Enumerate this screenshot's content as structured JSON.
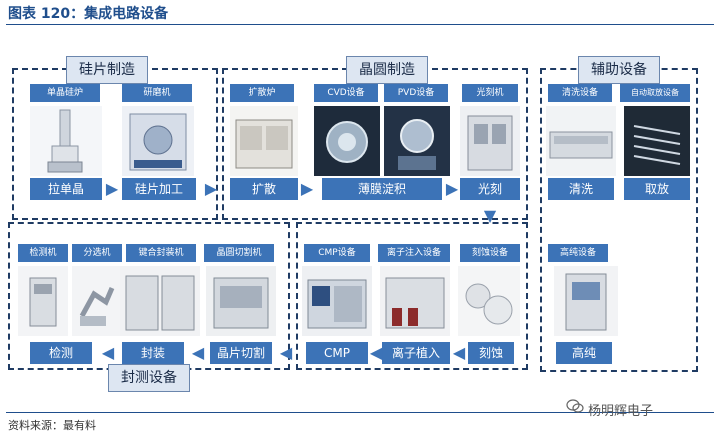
{
  "figure_title": "图表 120：集成电路设备",
  "source": "资料来源：最有料",
  "watermark": "杨明辉电子",
  "groups": {
    "wafer": "硅片制造",
    "fab": "晶圆制造",
    "aux": "辅助设备",
    "test": "封测设备"
  },
  "equipment": {
    "crystal_furnace": "单晶硅炉",
    "grinder": "研磨机",
    "diffusion_furnace": "扩散炉",
    "cvd": "CVD设备",
    "pvd": "PVD设备",
    "litho": "光刻机",
    "cleaning": "清洗设备",
    "auto_pick": "自动取放设备",
    "tester": "检测机",
    "sorter": "分选机",
    "bonder": "键合封装机",
    "dicer": "晶圆切割机",
    "cmp": "CMP设备",
    "implant": "离子注入设备",
    "etcher": "刻蚀设备",
    "high_purity": "高纯设备"
  },
  "steps": {
    "crystal": "拉单晶",
    "wafer_proc": "硅片加工",
    "diffusion": "扩散",
    "thin_film": "薄膜淀积",
    "litho": "光刻",
    "clean": "清洗",
    "pickplace": "取放",
    "test": "检测",
    "package": "封装",
    "dicing": "晶片切割",
    "cmp": "CMP",
    "implant": "离子植入",
    "etch": "刻蚀",
    "purity": "高纯"
  },
  "colors": {
    "accent": "#3c73b7",
    "title": "#1f4e8c",
    "dash": "#1f3b63"
  }
}
